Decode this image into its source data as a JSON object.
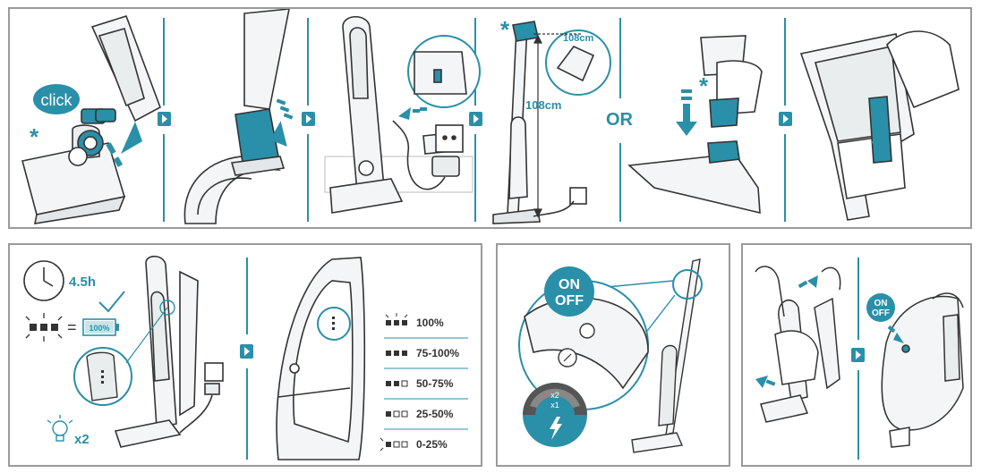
{
  "colors": {
    "accent": "#2a8fa8",
    "frame": "#9a9a9a",
    "line": "#333333",
    "fill_light": "#eef1f2"
  },
  "assembly": {
    "step1_label": "click",
    "step1_marker": "*",
    "step4_marker": "*",
    "step4_height": "108cm",
    "step4_height_callout": "108cm",
    "or_label": "OR",
    "step5_marker": "*"
  },
  "battery": {
    "charge_time": "4.5h",
    "full_label": "100%",
    "blink_count": "x2",
    "levels": [
      {
        "pattern": "filled3-blink",
        "label": "100%"
      },
      {
        "pattern": "filled3",
        "label": "75-100%"
      },
      {
        "pattern": "filled2",
        "label": "50-75%"
      },
      {
        "pattern": "filled1",
        "label": "25-50%"
      },
      {
        "pattern": "blink1",
        "label": "0-25%"
      }
    ]
  },
  "power": {
    "button_line1": "ON",
    "button_line2": "OFF",
    "speed_x2": "x2",
    "speed_x1": "x1"
  },
  "handheld": {
    "button_line1": "ON",
    "button_line2": "OFF"
  }
}
